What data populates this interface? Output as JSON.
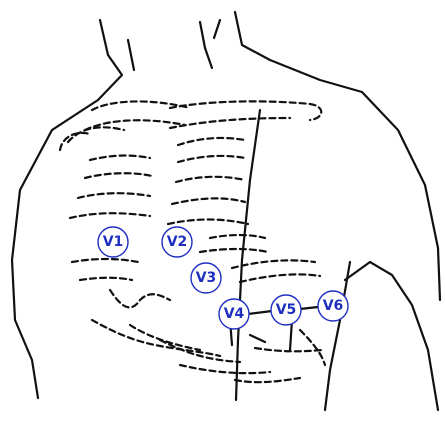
{
  "leads": [
    {
      "id": "v1",
      "label": "V1"
    },
    {
      "id": "v2",
      "label": "V2"
    },
    {
      "id": "v3",
      "label": "V3"
    },
    {
      "id": "v4",
      "label": "V4"
    },
    {
      "id": "v5",
      "label": "V5"
    },
    {
      "id": "v6",
      "label": "V6"
    }
  ],
  "colors": {
    "outline": "#111111",
    "lead_accent": "#1f2fbf"
  }
}
